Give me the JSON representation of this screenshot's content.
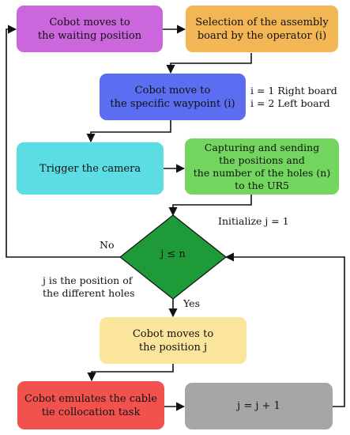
{
  "colors": {
    "purple": "#cc66dd",
    "orange": "#f2b655",
    "blue": "#5b6df0",
    "cyan": "#5cdde3",
    "green": "#73d65e",
    "decision_green": "#1f9a38",
    "yellow": "#fbe49b",
    "red": "#f2524e",
    "gray": "#a6a6a6",
    "line": "#111111"
  },
  "nodes": {
    "cobot_waiting": {
      "lines": [
        "Cobot moves to",
        "the waiting position"
      ]
    },
    "select_board": {
      "lines": [
        "Selection of the assembly",
        "board by the operator (i)"
      ]
    },
    "waypoint": {
      "lines": [
        "Cobot move to",
        "the specific waypoint (i)"
      ]
    },
    "trigger_camera": {
      "lines": [
        "Trigger the camera"
      ]
    },
    "capture": {
      "lines": [
        "Capturing and sending",
        "the positions and",
        "the number of the holes (n)",
        "to the UR5"
      ]
    },
    "decision": {
      "text": "j ≤ n"
    },
    "move_position": {
      "lines": [
        "Cobot moves to",
        "the position j"
      ]
    },
    "emulate_task": {
      "lines": [
        "Cobot emulates the cable",
        "tie collocation task"
      ]
    },
    "increment": {
      "lines": [
        "j = j + 1"
      ]
    }
  },
  "annotations": {
    "board_mapping": [
      "i = 1 Right board",
      "i = 2 Left board"
    ],
    "initialize": "Initialize j = 1",
    "no_label": "No",
    "yes_label": "Yes",
    "j_description": [
      "j is the position of",
      "the different holes"
    ]
  }
}
